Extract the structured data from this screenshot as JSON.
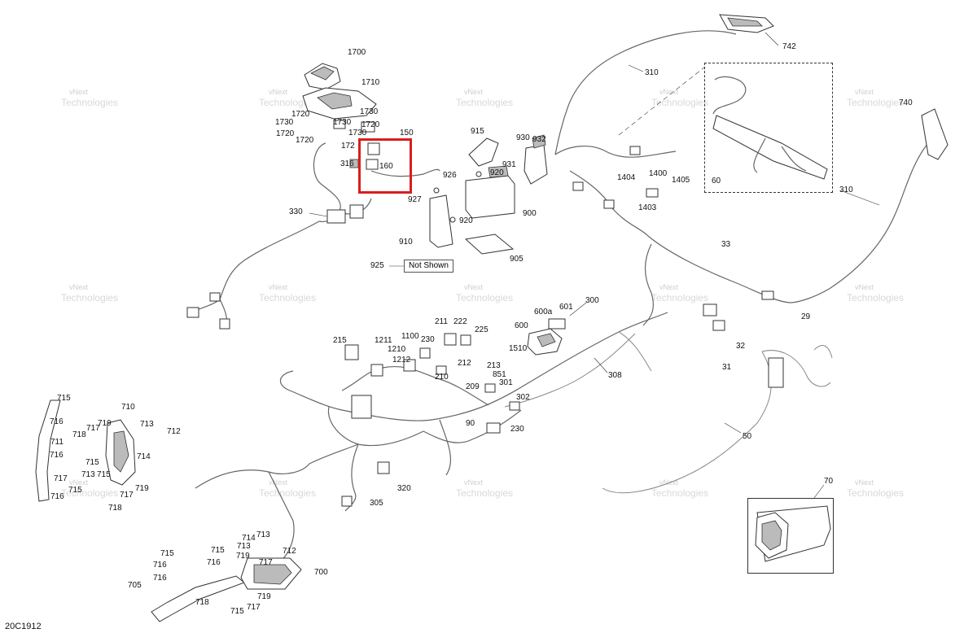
{
  "diagram_id": "20C1912",
  "watermark": {
    "line1": "vNext",
    "line2": "Technologies",
    "full": "vNext Technologies"
  },
  "note": {
    "part": "925",
    "text": "Not Shown"
  },
  "highlight": {
    "parts": [
      "150",
      "160"
    ],
    "color": "#d81e1e"
  },
  "labels": {
    "p1700": "1700",
    "p1710": "1710",
    "p1730a": "1730",
    "p1720a": "1720",
    "p1730b": "1730",
    "p1730c": "1730",
    "p1720b": "1720",
    "p1720c": "1720",
    "p1730d": "1730",
    "p1720d": "1720",
    "p172": "172",
    "p150": "150",
    "p160": "160",
    "p316": "316",
    "p926": "926",
    "p927": "927",
    "p330": "330",
    "p915": "915",
    "p930": "930",
    "p932": "932",
    "p931": "931",
    "p920a": "920",
    "p900": "900",
    "p920b": "920",
    "p910": "910",
    "p905": "905",
    "p925": "925",
    "p310a": "310",
    "p742": "742",
    "p740": "740",
    "p60": "60",
    "p1404": "1404",
    "p1400": "1400",
    "p1405": "1405",
    "p1403": "1403",
    "p310b": "310",
    "p33": "33",
    "p300": "300",
    "p600a": "600a",
    "p601": "601",
    "p600": "600",
    "p1510": "1510",
    "p308": "308",
    "p29": "29",
    "p32": "32",
    "p31": "31",
    "p50": "50",
    "p215": "215",
    "p1211": "1211",
    "p1100": "1100",
    "p211": "211",
    "p222": "222",
    "p225": "225",
    "p1210": "1210",
    "p230a": "230",
    "p1212": "1212",
    "p212": "212",
    "p213": "213",
    "p851": "851",
    "p210": "210",
    "p301": "301",
    "p209": "209",
    "p302": "302",
    "p90": "90",
    "p230b": "230",
    "p320": "320",
    "p305": "305",
    "p70": "70",
    "p715a": "715",
    "p710": "710",
    "p716a": "716",
    "p717a": "717",
    "p719a": "719",
    "p713a": "713",
    "p712a": "712",
    "p718a": "718",
    "p711": "711",
    "p714a": "714",
    "p716b": "716",
    "p715b": "715",
    "p713b": "713",
    "p715c": "715",
    "p717b": "717",
    "p719b": "719",
    "p716c": "716",
    "p718b": "718",
    "p715d": "715",
    "p714b": "714",
    "p713c": "713",
    "p715e": "715",
    "p716d": "716",
    "p719c": "719",
    "p717c": "717",
    "p712b": "712",
    "p716e": "716",
    "p700": "700",
    "p705": "705",
    "p718c": "718",
    "p715f": "715",
    "p717d": "717",
    "p719d": "719"
  }
}
